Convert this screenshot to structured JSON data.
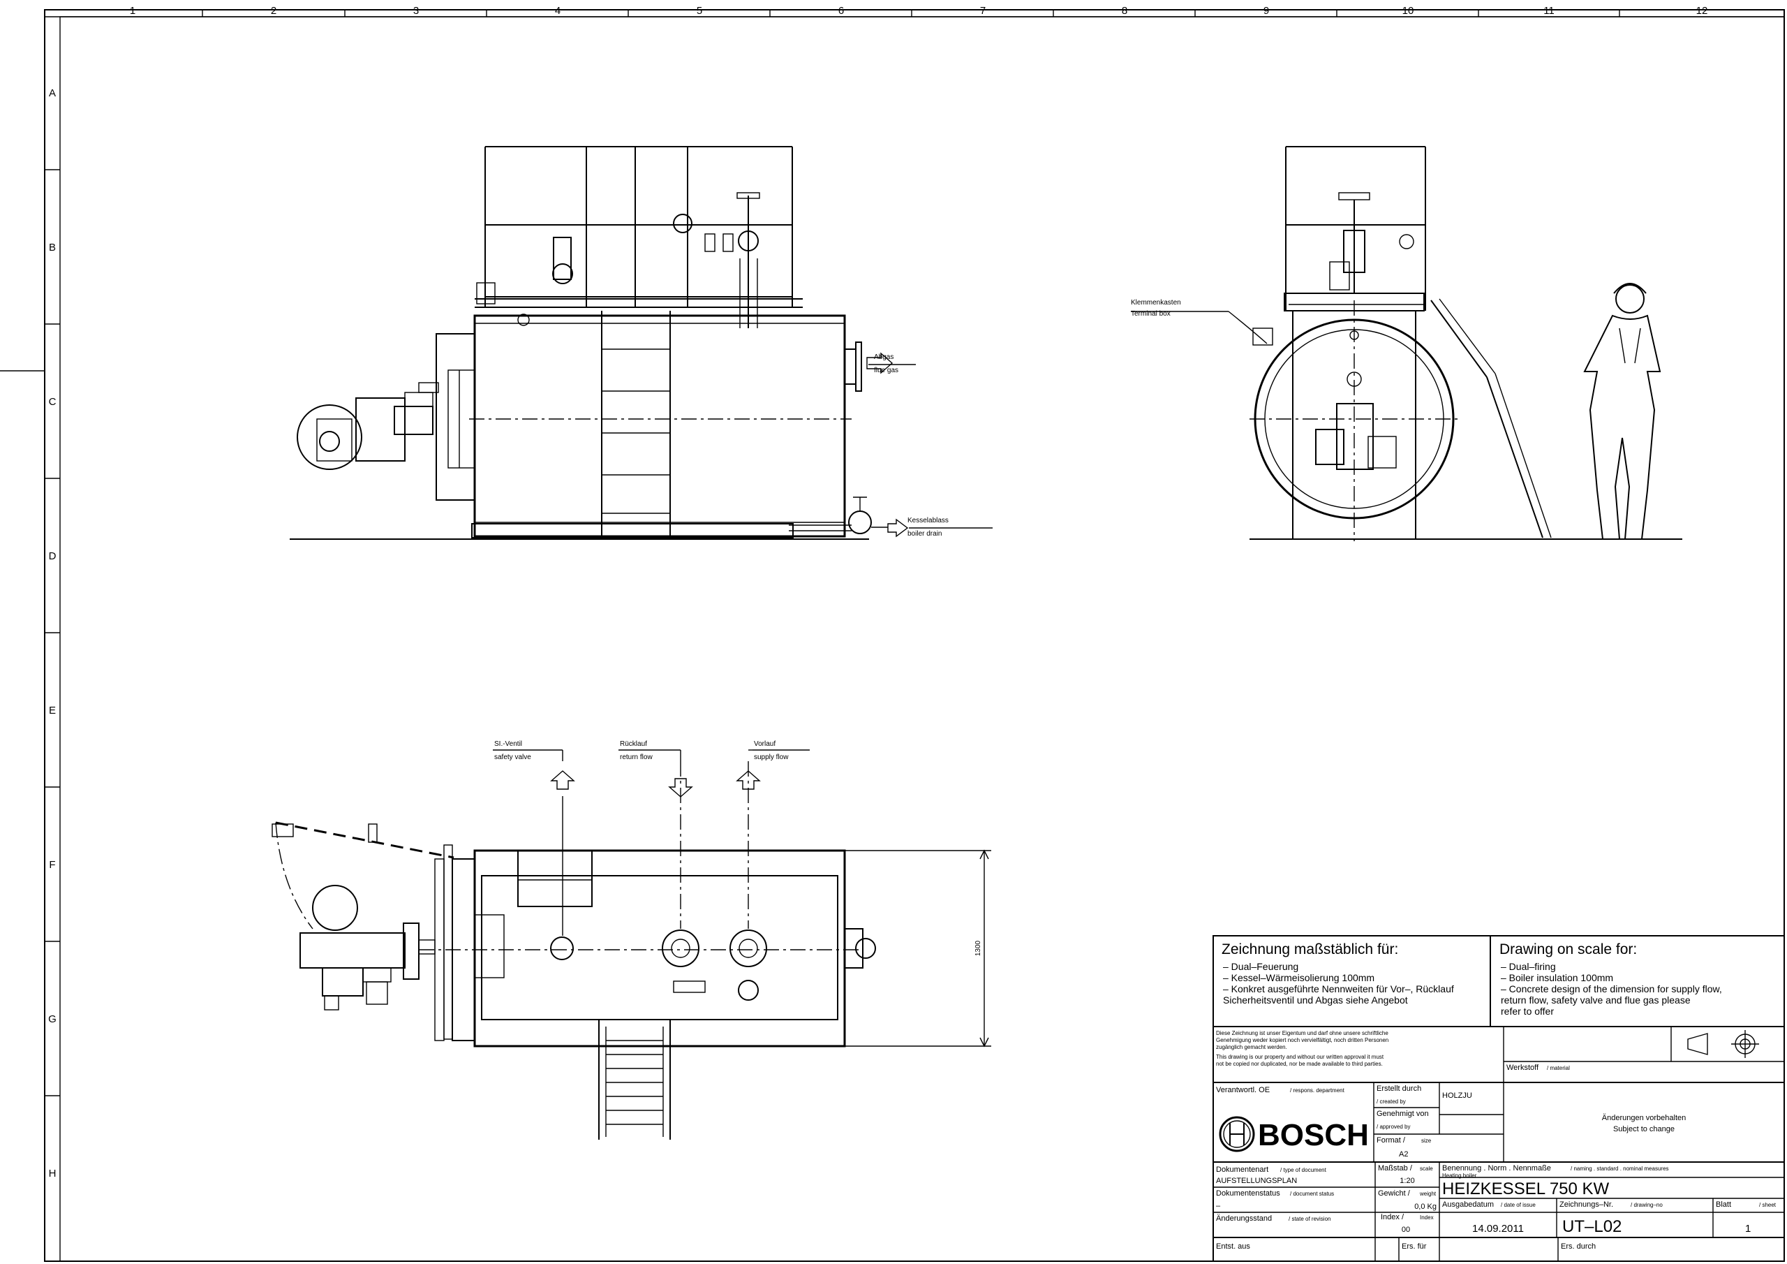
{
  "grid": {
    "columns": [
      "1",
      "2",
      "3",
      "4",
      "5",
      "6",
      "7",
      "8",
      "9",
      "10",
      "11",
      "12"
    ],
    "rows": [
      "A",
      "B",
      "C",
      "D",
      "E",
      "F",
      "G",
      "H"
    ]
  },
  "labels": {
    "abgas_de": "Abgas",
    "abgas_en": "flue gas",
    "kesselablass_de": "Kesselablass",
    "kesselablass_en": "boiler drain",
    "klemmenkasten_de": "Klemmenkasten",
    "klemmenkasten_en": "Terminal box",
    "si_ventil_de": "SI.-Ventil",
    "si_ventil_en": "safety valve",
    "ruecklauf_de": "Rücklauf",
    "ruecklauf_en": "return flow",
    "vorlauf_de": "Vorlauf",
    "vorlauf_en": "supply flow",
    "dimension": "1300"
  },
  "notes": {
    "de_title": "Zeichnung maßstäblich für:",
    "de_lines": [
      "– Dual–Feuerung",
      "– Kessel–Wärmeisolierung 100mm",
      "– Konkret ausgeführte Nennweiten für Vor–, Rücklauf",
      "  Sicherheitsventil und Abgas siehe Angebot"
    ],
    "en_title": "Drawing on scale for:",
    "en_lines": [
      "– Dual–firing",
      "– Boiler insulation 100mm",
      "– Concrete design of the dimension for supply flow,",
      "  return flow, safety valve and flue gas please",
      "  refer to offer"
    ]
  },
  "title_block": {
    "copyright_de": [
      "Diese Zeichnung ist unser Eigentum und darf ohne unsere schriftliche",
      "Genehmigung weder kopiert noch vervielfältigt, noch dritten Personen",
      "zugänglich gemacht werden."
    ],
    "copyright_en": [
      "This drawing is our property and without our written approval it must",
      "not be copied nor duplicated, nor be made available to third parties."
    ],
    "werkstoff": "Werkstoff",
    "werkstoff_en": "/ material",
    "verantwortl": "Verantwortl. OE",
    "verantwortl_en": "/ respons. department",
    "erstellt": "Erstellt durch",
    "erstellt_en": "/ created by",
    "erstellt_val": "HOLZJU",
    "genehmigt": "Genehmigt von",
    "genehmigt_en": "/ approved by",
    "format": "Format /",
    "format_en": "size",
    "format_val": "A2",
    "brand": "BOSCH",
    "aenderungen_de": "Änderungen vorbehalten",
    "aenderungen_en": "Subject to change",
    "dokumentenart": "Dokumentenart",
    "dokumentenart_en": "/ type of document",
    "dokumentenart_val": "AUFSTELLUNGSPLAN",
    "massstab": "Maßstab /",
    "massstab_en": "scale",
    "massstab_val": "1:20",
    "benennung": "Benennung . Norm . Nennmaße",
    "benennung_en": "/ naming . standard . nominal measures",
    "benennung_sub": "Heating boiler",
    "benennung_val": "HEIZKESSEL    750 KW",
    "dokumentenstatus": "Dokumentenstatus",
    "dokumentenstatus_en": "/ document status",
    "dokumentenstatus_val": "–",
    "gewicht": "Gewicht /",
    "gewicht_en": "weight",
    "gewicht_val": "0,0 Kg",
    "ausgabedatum": "Ausgabedatum",
    "ausgabedatum_en": "/ date of issue",
    "ausgabedatum_val": "14.09.2011",
    "zeichnungsnr": "Zeichnungs–Nr.",
    "zeichnungsnr_en": "/ drawing–no",
    "zeichnungsnr_val": "UT–L02",
    "blatt": "Blatt",
    "blatt_en": "/ sheet",
    "blatt_val": "1",
    "aenderungsstand": "Änderungsstand",
    "aenderungsstand_en": "/ state of revision",
    "index": "Index /",
    "index_en": "Index",
    "index_val": "00",
    "entst": "Entst. aus",
    "ers_fuer": "Ers. für",
    "ers_durch": "Ers. durch"
  }
}
